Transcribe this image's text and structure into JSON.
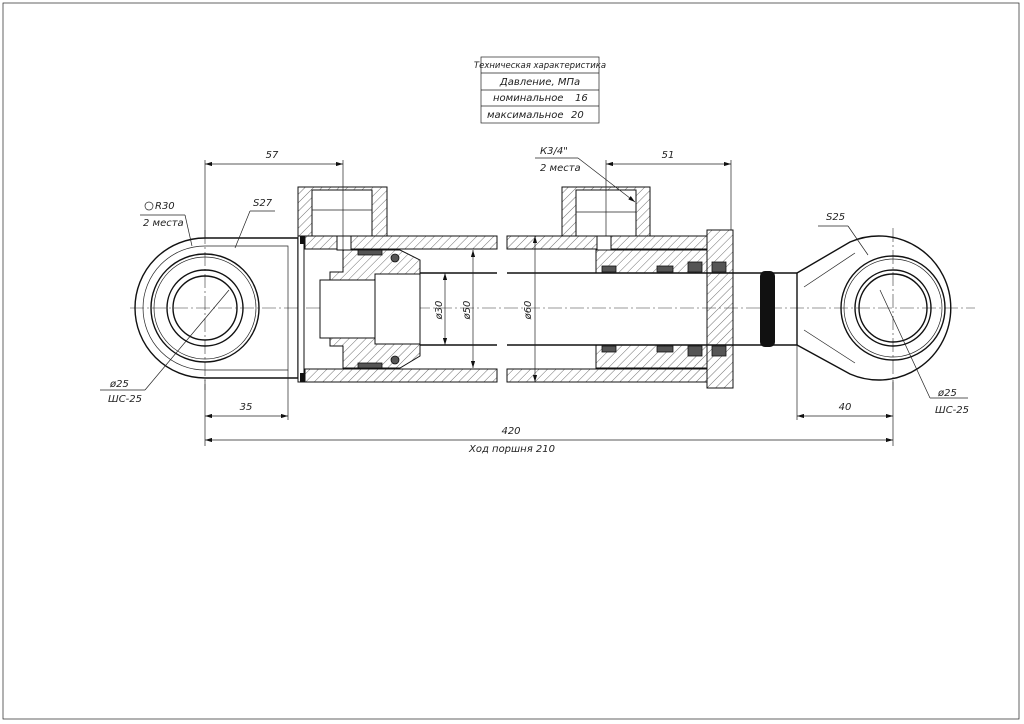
{
  "spec_table": {
    "title": "Техническая характеристика",
    "pressure_label": "Давление, МПа",
    "rows": [
      {
        "label": "номинальное",
        "value": "16"
      },
      {
        "label": "максимальное",
        "value": "20"
      }
    ]
  },
  "annotations": {
    "left_radius": "R30",
    "left_radius_count": "2 места",
    "left_width": "S27",
    "left_bore": "ø25",
    "left_bearing": "ШС-25",
    "port_thread": "К3/4\"",
    "port_count": "2 места",
    "right_width": "S25",
    "right_bore": "ø25",
    "right_bearing": "ШС-25",
    "rod_dia": "ø30",
    "piston_dia": "ø50",
    "tube_dia": "ø60"
  },
  "dimensions": {
    "left_port_offset": "57",
    "right_port_offset": "51",
    "left_eye_offset": "35",
    "right_eye_offset": "40",
    "overall_length": "420",
    "stroke": "Ход поршня 210"
  }
}
